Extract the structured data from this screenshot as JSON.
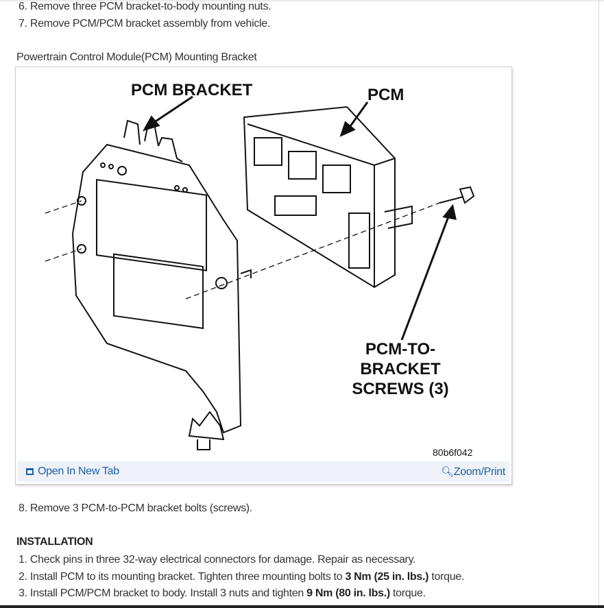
{
  "steps_before": [
    "6. Remove three PCM bracket-to-body mounting nuts.",
    "7. Remove PCM/PCM bracket assembly from vehicle."
  ],
  "figure": {
    "caption": "Powertrain Control Module(PCM) Mounting Bracket",
    "labels": {
      "bracket": "PCM BRACKET",
      "pcm": "PCM",
      "screws_1": "PCM-TO-",
      "screws_2": "BRACKET",
      "screws_3": "SCREWS (3)",
      "code": "80b6f042"
    },
    "open_new_tab": "Open In New Tab",
    "zoom_print": "Zoom/Print",
    "link_color": "#1d5fa6"
  },
  "step_8": "8. Remove 3 PCM-to-PCM bracket bolts (screws).",
  "installation": {
    "heading": "INSTALLATION",
    "steps": [
      {
        "text": "1. Check pins in three 32-way electrical connectors for damage. Repair as necessary."
      },
      {
        "pre": "2. Install PCM to its mounting bracket. Tighten three mounting bolts to ",
        "bold": "3 Nm (25 in. lbs.)",
        "post": " torque."
      },
      {
        "pre": "3. Install PCM/PCM bracket to body. Install 3 nuts and tighten ",
        "bold": "9 Nm (80 in. lbs.)",
        "post": " torque."
      }
    ]
  }
}
